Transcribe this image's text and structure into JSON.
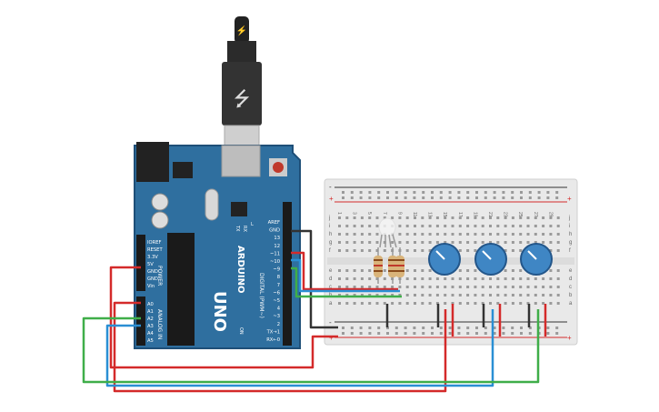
{
  "arduino": {
    "brand": "ARDUINO",
    "model": "UNO",
    "on_label": "ON",
    "tx_label": "TX",
    "rx_label": "RX",
    "l_label": "L",
    "digital_header": "DIGITAL (PWM~)",
    "power_header": "POWER",
    "analog_header": "ANALOG IN",
    "digital_pins": [
      "AREF",
      "GND",
      "13",
      "12",
      "~11",
      "~10",
      "~9",
      "8",
      "7",
      "~6",
      "~5",
      "4",
      "~3",
      "2",
      "TX→1",
      "RX←0"
    ],
    "power_pins": [
      "IOREF",
      "RESET",
      "3.3V",
      "5V",
      "GND",
      "GND",
      "Vin"
    ],
    "analog_pins": [
      "A0",
      "A1",
      "A2",
      "A3",
      "A4",
      "A5"
    ]
  },
  "breadboard": {
    "row_letters_top": [
      "j",
      "i",
      "h",
      "g",
      "f"
    ],
    "row_letters_bottom": [
      "e",
      "d",
      "c",
      "b",
      "a"
    ],
    "column_numbers": [
      "1",
      "3",
      "5",
      "7",
      "9",
      "11",
      "13",
      "15",
      "17",
      "19",
      "21",
      "23",
      "25",
      "27",
      "29"
    ],
    "plus_sign": "+",
    "minus_sign": "-"
  },
  "colors": {
    "board": "#2f6f9f",
    "board_dark": "#1e4f78",
    "breadboard": "#e9e9e9",
    "wire_red": "#d42a2a",
    "wire_green": "#3fae49",
    "wire_blue": "#2a8fd4",
    "wire_black": "#333333",
    "pot": "#3f86c4"
  }
}
